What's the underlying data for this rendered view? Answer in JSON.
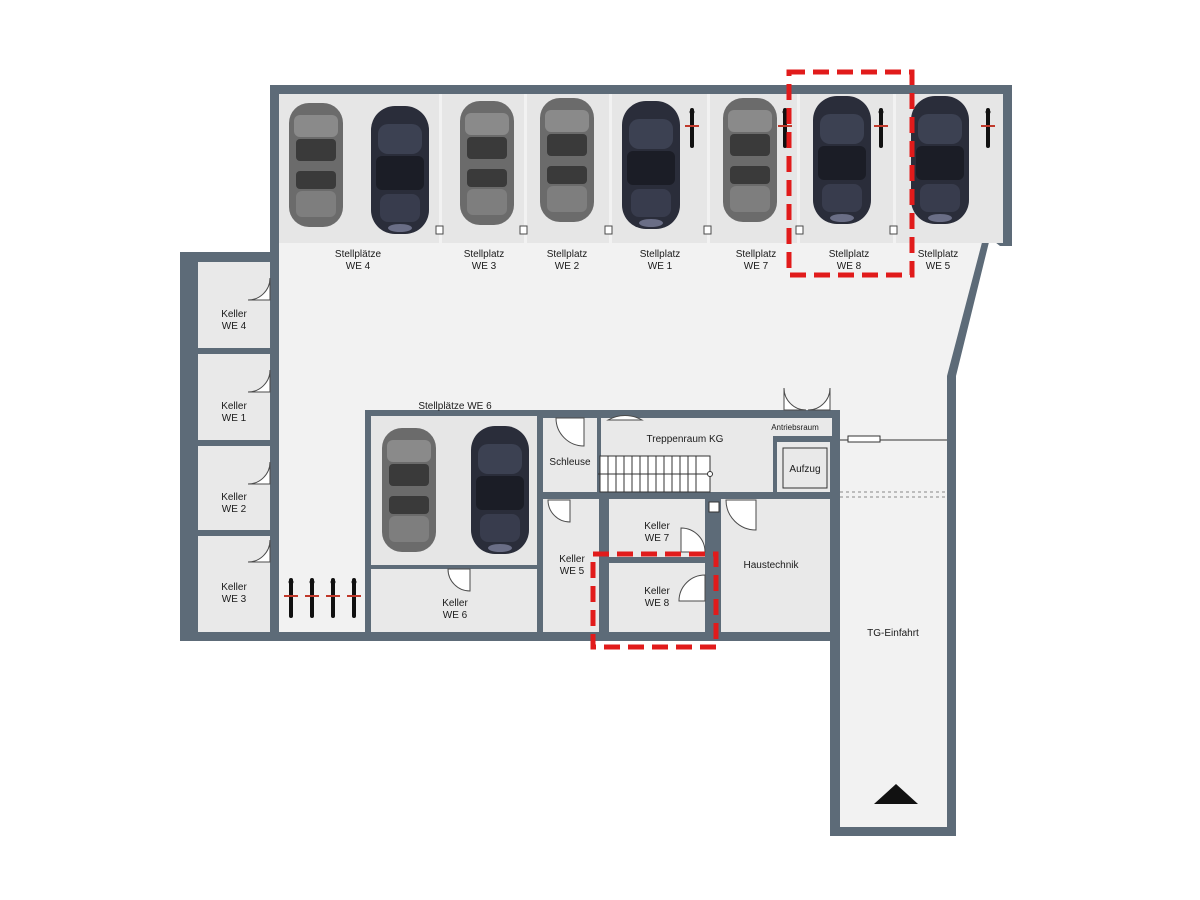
{
  "plan": {
    "parking": {
      "we4": [
        "Stellplätze",
        "WE 4"
      ],
      "we3": [
        "Stellplatz",
        "WE 3"
      ],
      "we2": [
        "Stellplatz",
        "WE 2"
      ],
      "we1": [
        "Stellplatz",
        "WE 1"
      ],
      "we7": [
        "Stellplatz",
        "WE 7"
      ],
      "we8": [
        "Stellplatz",
        "WE 8"
      ],
      "we5": [
        "Stellplatz",
        "WE 5"
      ],
      "we6": "Stellplätze WE 6"
    },
    "cellars": {
      "we4": [
        "Keller",
        "WE 4"
      ],
      "we1": [
        "Keller",
        "WE 1"
      ],
      "we2": [
        "Keller",
        "WE 2"
      ],
      "we3": [
        "Keller",
        "WE 3"
      ],
      "we6": [
        "Keller",
        "WE 6"
      ],
      "we5": [
        "Keller",
        "WE 5"
      ],
      "we7": [
        "Keller",
        "WE 7"
      ],
      "we8": [
        "Keller",
        "WE 8"
      ]
    },
    "rooms": {
      "schleuse": "Schleuse",
      "treppenraum": "Treppenraum KG",
      "antriebsraum": "Antriebsraum",
      "aufzug": "Aufzug",
      "haustechnik": "Haustechnik",
      "einfahrt": "TG-Einfahrt"
    },
    "colors": {
      "wall": "#5d6b78",
      "highlight": "#e11b1b",
      "car_grey": "#6b6b6b",
      "car_dark": "#2a2d3a"
    },
    "highlighted_units": [
      "Stellplatz WE 8",
      "Keller WE 8"
    ]
  }
}
